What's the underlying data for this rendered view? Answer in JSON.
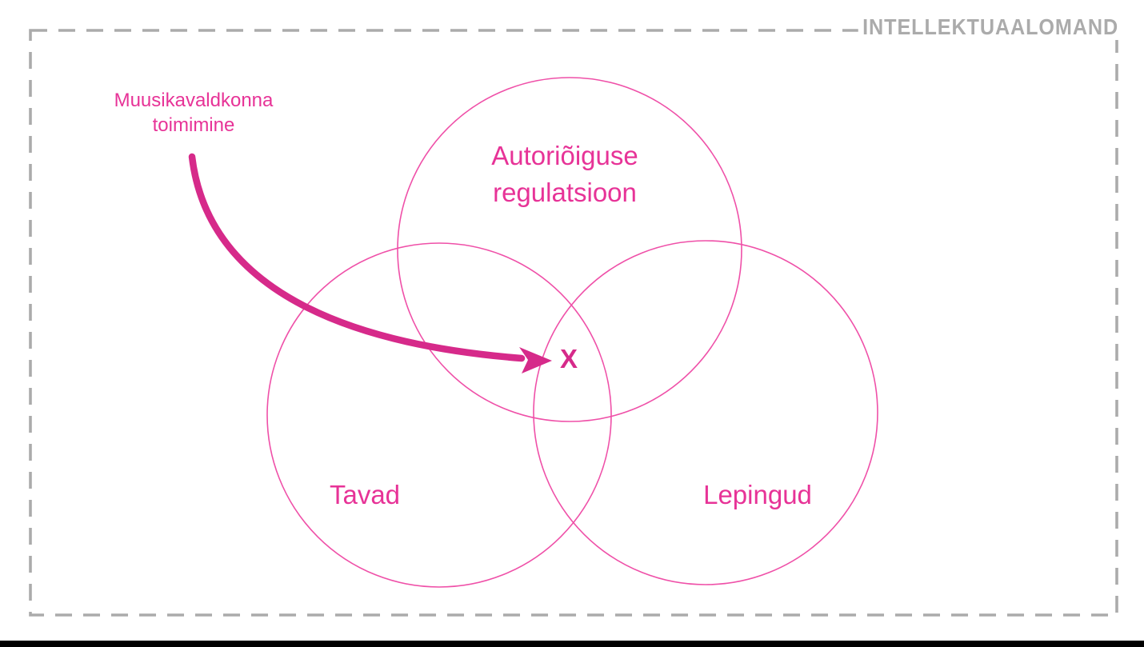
{
  "frame": {
    "title": "INTELLEKTUAALOMAND"
  },
  "diagram": {
    "annotation": "Muusikavaldkonna\ntoimimine",
    "marker": "X",
    "circles": [
      {
        "name": "autorioiguse-regulatsioon",
        "label": "Autoriõiguse\nregulatsioon"
      },
      {
        "name": "tavad",
        "label": "Tavad"
      },
      {
        "name": "lepingud",
        "label": "Lepingud"
      }
    ]
  },
  "colors": {
    "pink": "#e73397",
    "arrow_pink": "#d62a8a",
    "circle_stroke": "#ef50a8",
    "frame_gray": "#ababab"
  }
}
